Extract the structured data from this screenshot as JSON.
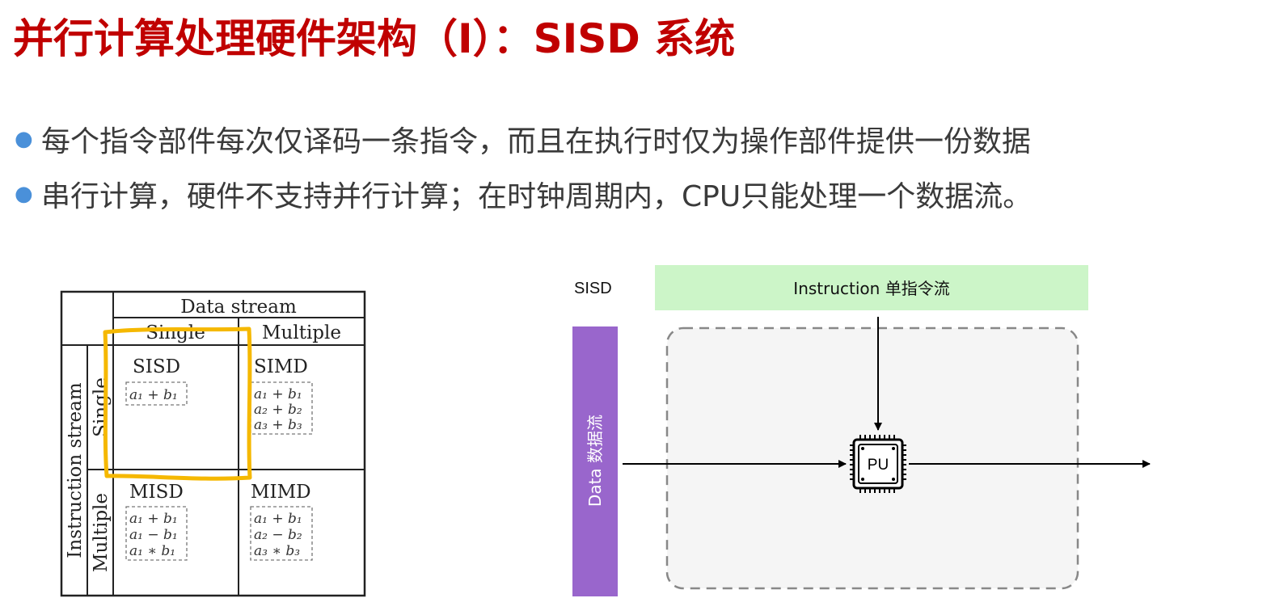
{
  "slide": {
    "title": "并行计算处理硬件架构（I）：SISD 系统",
    "bullets": [
      "每个指令部件每次仅译码一条指令，而且在执行时仅为操作部件提供一份数据",
      "串行计算，硬件不支持并行计算；在时钟周期内，CPU只能处理一个数据流。"
    ]
  },
  "flynn_table": {
    "data_stream": "Data stream",
    "single": "Single",
    "multiple": "Multiple",
    "instruction_stream": "Instruction stream",
    "cells": {
      "sisd": {
        "name": "SISD",
        "ops": [
          "a₁ + b₁"
        ]
      },
      "simd": {
        "name": "SIMD",
        "ops": [
          "a₁ + b₁",
          "a₂ + b₂",
          "a₃ + b₃"
        ]
      },
      "misd": {
        "name": "MISD",
        "ops": [
          "a₁ + b₁",
          "a₁ − b₁",
          "a₁ ∗ b₁"
        ]
      },
      "mimd": {
        "name": "MIMD",
        "ops": [
          "a₁ + b₁",
          "a₂ − b₂",
          "a₃ ∗ b₃"
        ]
      }
    },
    "highlight_color": "#f5b800"
  },
  "sisd_diagram": {
    "label": "SISD",
    "instruction_label": "Instruction 单指令流",
    "data_label": "Data 数据流",
    "pu_label": "PU",
    "colors": {
      "instruction_bg": "#ccf5c8",
      "data_bg": "#9966cc",
      "panel_bg": "#f5f5f5"
    }
  }
}
